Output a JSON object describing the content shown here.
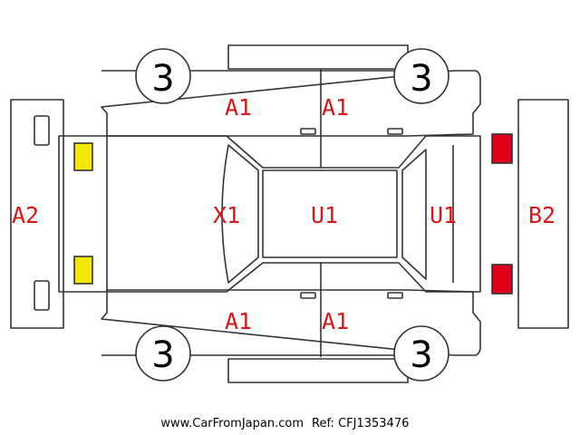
{
  "diagram": {
    "tires": [
      "3",
      "3",
      "3",
      "3"
    ],
    "damage_labels": {
      "front_bumper": "A2",
      "rear_bumper": "B2",
      "hood": "X1",
      "roof": "U1",
      "rear_glass": "U1",
      "door_left_front": "A1",
      "door_left_rear": "A1",
      "door_right_front": "A1",
      "door_right_rear": "A1"
    },
    "front_light_color": "#f2e800",
    "rear_light_color": "#e0001a",
    "label_color": "#d81818"
  },
  "footer": {
    "site": "www.CarFromJapan.com",
    "ref": "Ref: CFJ1353476"
  }
}
